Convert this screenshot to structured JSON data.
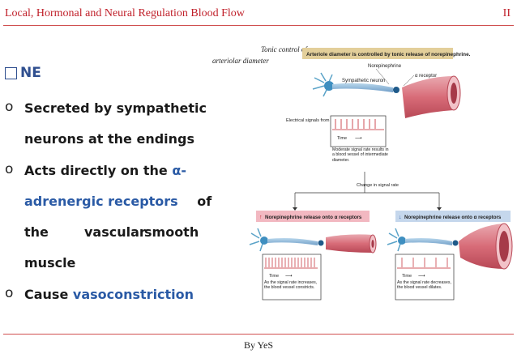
{
  "header": {
    "title": "Local, Hormonal and Neural Regulation Blood Flow",
    "page_num": "II"
  },
  "footer": {
    "text": "By YeS"
  },
  "content": {
    "heading": "NE",
    "b1": {
      "l1": "Secreted by sympathetic",
      "l2": "neurons at the endings"
    },
    "b2": {
      "a": "Acts directly on the",
      "b": "α-",
      "c": "adrenergic receptors",
      "d": "of",
      "w1": "the",
      "w2": "vascular",
      "w3": "smooth",
      "l4": "muscle"
    },
    "b3": {
      "a": "Cause",
      "b": "vasoconstriction"
    }
  },
  "figure": {
    "top_left_1": "Tonic control of",
    "top_left_2": "arteriolar diameter",
    "banner": "Arteriole diameter is controlled by tonic release of norepinephrine.",
    "norepinephrine": "Norepinephrine",
    "alpha_receptor": "α receptor",
    "sympathetic_neuron": "Sympathetic neuron",
    "electrical_signals": "Electrical signals from neuron",
    "time": "Time",
    "moderate": "Moderate signal rate results in a blood vessel of intermediate diameter.",
    "change": "Change in signal rate",
    "left_banner": "Norepinephrine release onto α receptors",
    "right_banner": "Norepinephrine release onto α receptors",
    "left_caption": "As the signal rate increases, the blood vessel constricts.",
    "right_caption": "As the signal rate decreases, the blood vessel dilates."
  },
  "colors": {
    "accent": "#c0202a",
    "heading": "#2f4f8f",
    "highlight": "#2a5aa5"
  }
}
